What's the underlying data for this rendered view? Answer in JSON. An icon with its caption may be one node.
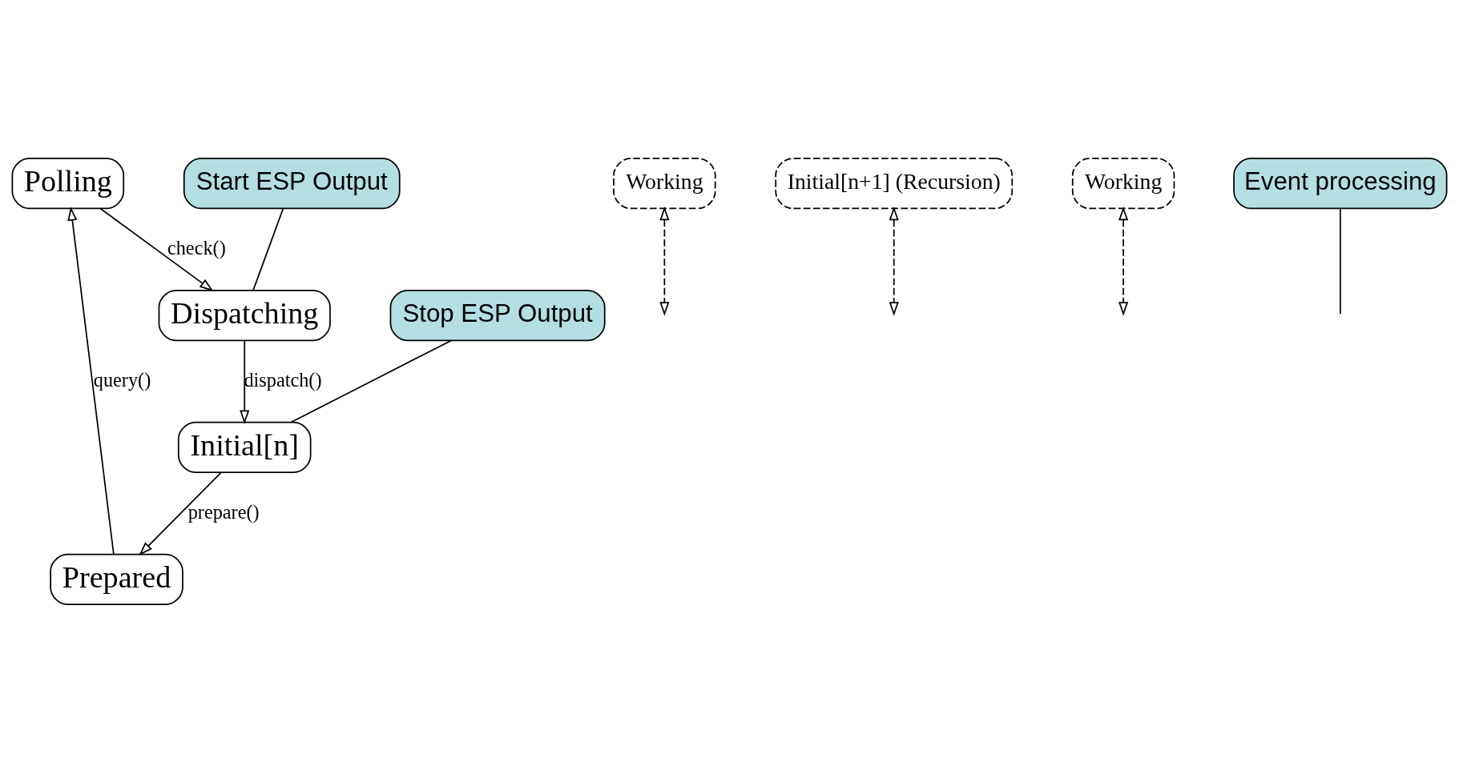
{
  "diagram": {
    "nodes": [
      {
        "text": [
          "Polling"
        ]
      },
      {
        "text": [
          "Dispatching"
        ]
      },
      {
        "text": [
          "Initial[n]"
        ]
      },
      {
        "text": [
          "Prepared"
        ]
      },
      {
        "text": [
          "Working"
        ]
      },
      {
        "text": [
          "Initial[n+1] (Recursion)"
        ]
      },
      {
        "text": [
          "Working"
        ]
      },
      {
        "text": [
          "Start ESP Output"
        ]
      },
      {
        "text": [
          "Event processing"
        ]
      },
      {
        "text": [
          "Stop ESP Output"
        ]
      }
    ],
    "edges": [
      {
        "from": 0,
        "to": 1,
        "arrow": "to",
        "label": "check()"
      },
      {
        "from": 1,
        "to": 2,
        "arrow": "to",
        "label": "dispatch()"
      },
      {
        "from": 2,
        "to": 3,
        "arrow": "to",
        "label": "prepare()"
      },
      {
        "from": 3,
        "to": 0,
        "arrow": "to",
        "label": "query()"
      },
      {
        "from": 4,
        "to": null,
        "arrow": "both",
        "style": "dashed"
      },
      {
        "from": 5,
        "to": null,
        "arrow": "both",
        "style": "dashed"
      },
      {
        "from": 6,
        "to": null,
        "arrow": "both",
        "style": "dashed"
      },
      {
        "from": 7,
        "to": 1,
        "arrow": "none"
      },
      {
        "from": 8,
        "to": null,
        "arrow": "none"
      },
      {
        "from": 9,
        "to": 2,
        "arrow": "none"
      }
    ]
  }
}
